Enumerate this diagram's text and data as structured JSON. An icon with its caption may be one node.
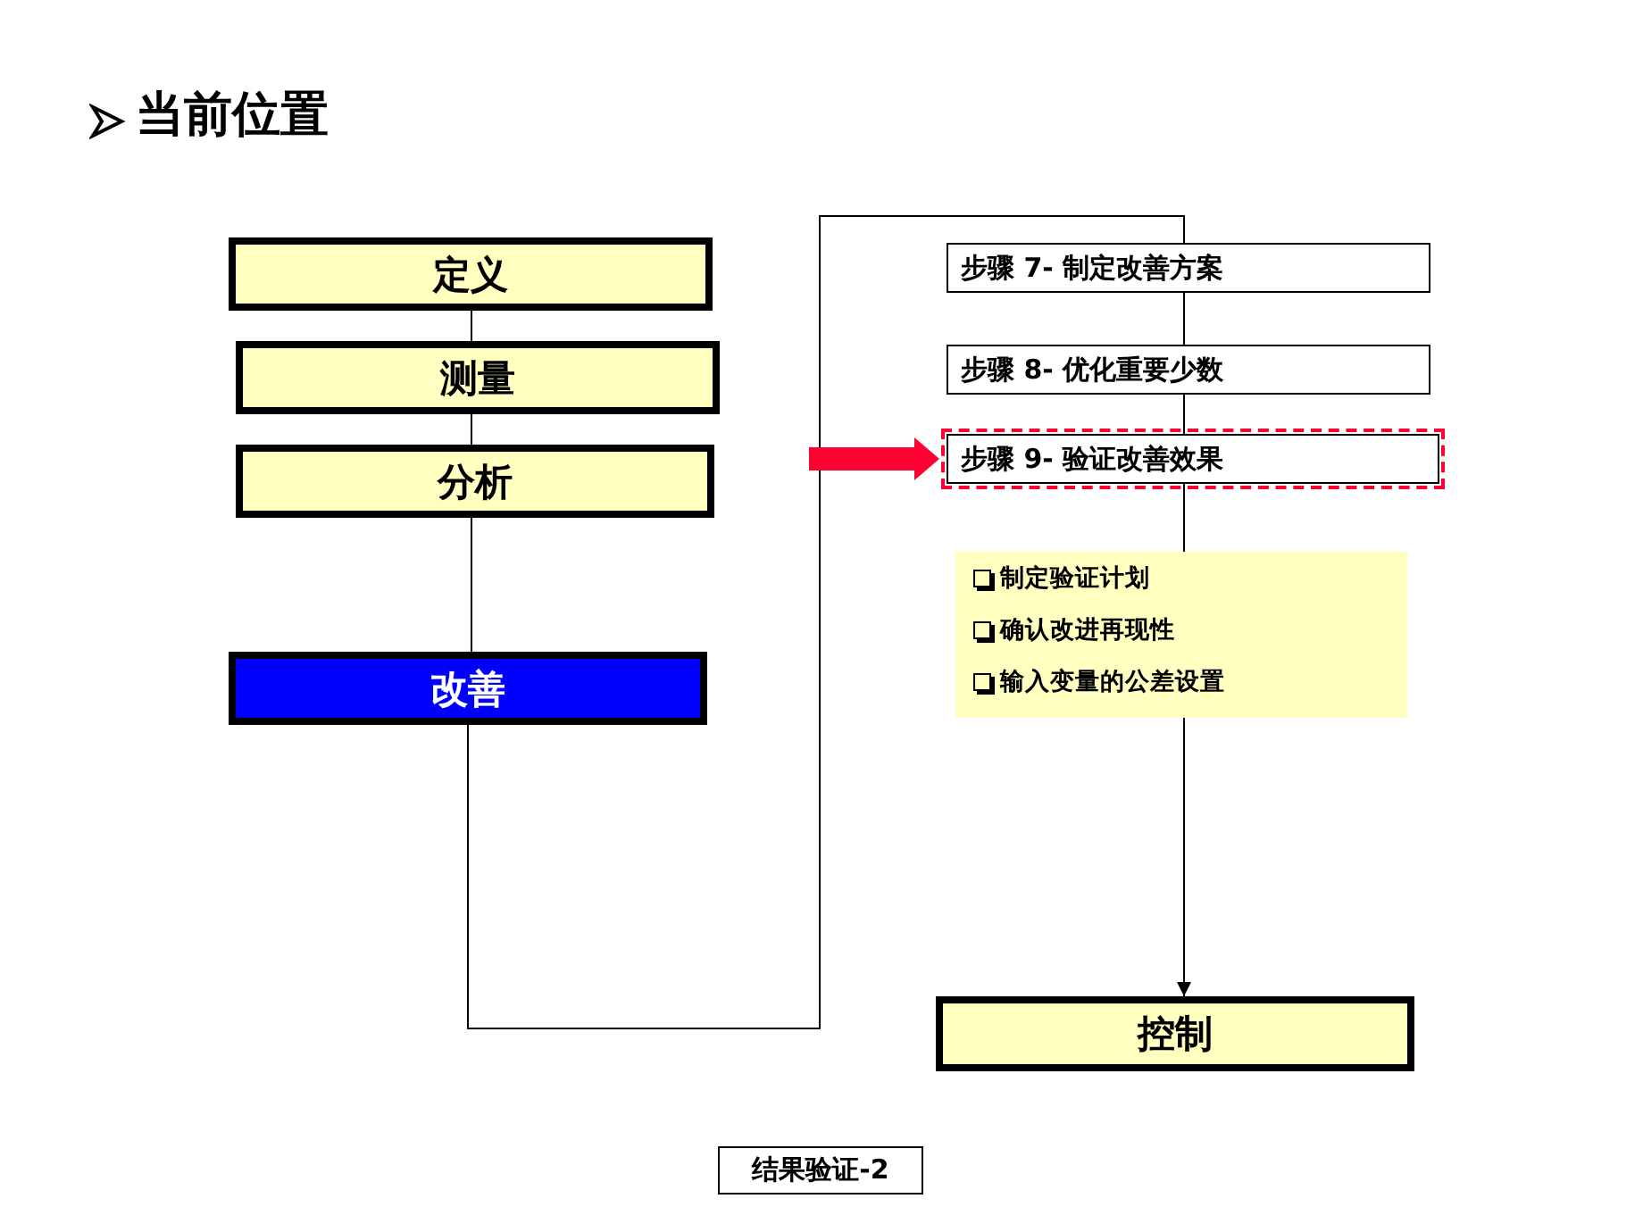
{
  "diagram": {
    "title": "当前位置",
    "nodes": [
      {
        "text": [
          "定义"
        ]
      },
      {
        "text": [
          "测量"
        ]
      },
      {
        "text": [
          "分析"
        ]
      },
      {
        "text": [
          "改善"
        ]
      },
      {
        "text": [
          "步骤 7-  制定改善方案"
        ]
      },
      {
        "text": [
          "步骤 8-  优化重要少数"
        ]
      },
      {
        "text": [
          "步骤 9-  验证改善效果"
        ]
      },
      {
        "text": [
          "制定验证计划",
          "确认改进再现性",
          "输入变量的公差设置"
        ]
      },
      {
        "text": [
          "控制"
        ]
      }
    ],
    "edges": [
      {
        "from": 0,
        "to": 1,
        "arrow": "none"
      },
      {
        "from": 1,
        "to": 2,
        "arrow": "none"
      },
      {
        "from": 2,
        "to": 3,
        "arrow": "none"
      },
      {
        "from": 3,
        "to": 4,
        "arrow": "none"
      },
      {
        "from": 4,
        "to": 5,
        "arrow": "none"
      },
      {
        "from": 5,
        "to": 6,
        "arrow": "none"
      },
      {
        "from": 6,
        "to": 7,
        "arrow": "none"
      },
      {
        "from": 7,
        "to": 8,
        "arrow": "to"
      },
      {
        "from": null,
        "to": 6,
        "arrow": "to",
        "style": "thick",
        "color": "#ff0033"
      }
    ],
    "labels": [
      "结果验证-2"
    ]
  }
}
